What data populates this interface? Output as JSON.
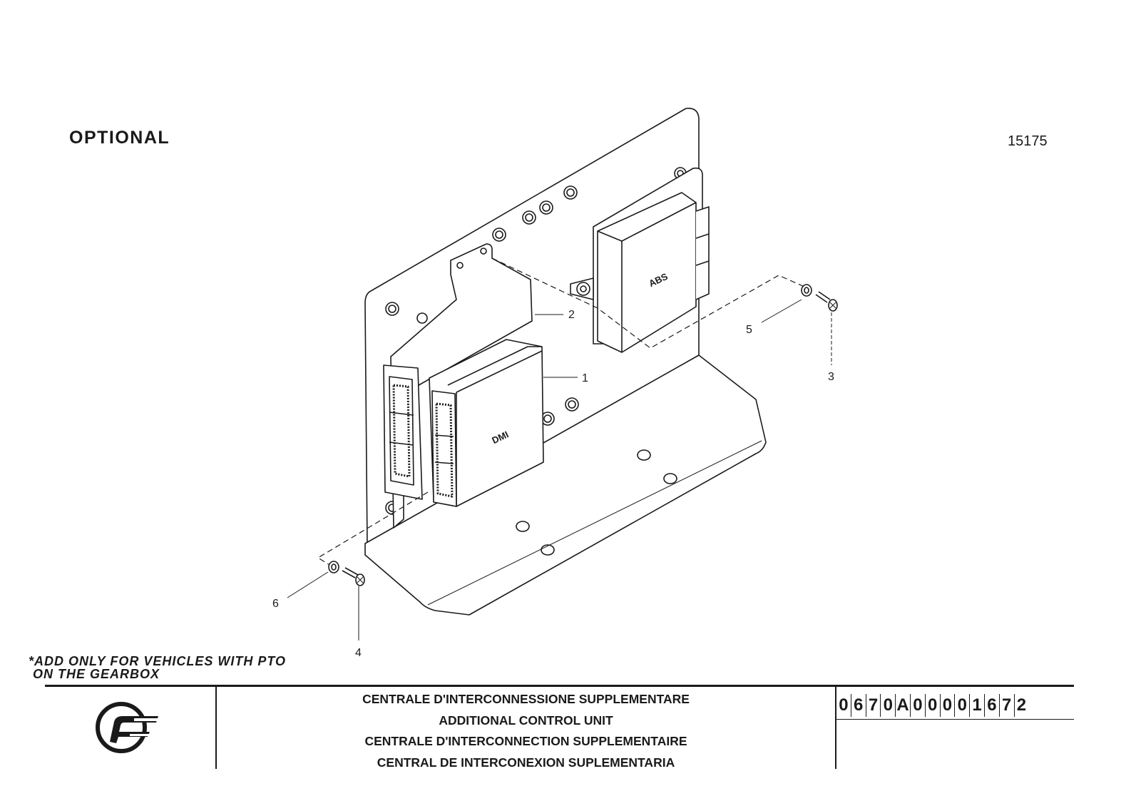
{
  "header": {
    "optional_label": "OPTIONAL",
    "drawing_ref": "15175"
  },
  "diagram": {
    "component_labels": {
      "abs": "ABS",
      "dmi": "DMI"
    },
    "callouts": [
      "1",
      "2",
      "3",
      "4",
      "5",
      "6"
    ]
  },
  "note": {
    "line1": "*ADD ONLY FOR VEHICLES WITH PTO",
    "line2": " ON THE GEARBOX"
  },
  "title_block": {
    "titles": [
      "CENTRALE D'INTERCONNESSIONE SUPPLEMENTARE",
      "ADDITIONAL CONTROL UNIT",
      "CENTRALE D'INTERCONNECTION SUPPLEMENTAIRE",
      "CENTRAL DE INTERCONEXION SUPLEMENTARIA"
    ],
    "part_code_chars": [
      "0",
      "6",
      "7",
      "0",
      "A",
      "0",
      "0",
      "0",
      "0",
      "1",
      "6",
      "7",
      "2"
    ]
  }
}
